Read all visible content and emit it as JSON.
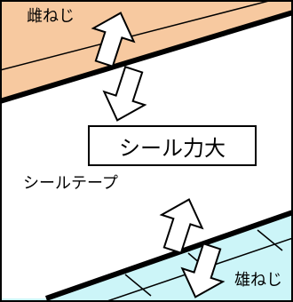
{
  "labels": {
    "female_thread": "雌ねじ",
    "seal_tape": "シールテープ",
    "male_thread": "雄ねじ",
    "seal_force": "シール力大"
  },
  "colors": {
    "female_fill": "#f7c9a0",
    "male_fill": "#ccf5f8",
    "line": "#000000",
    "background": "#ffffff"
  },
  "icons": {
    "arrows": [
      "up-arrow",
      "down-arrow",
      "up-arrow",
      "down-arrow"
    ]
  }
}
